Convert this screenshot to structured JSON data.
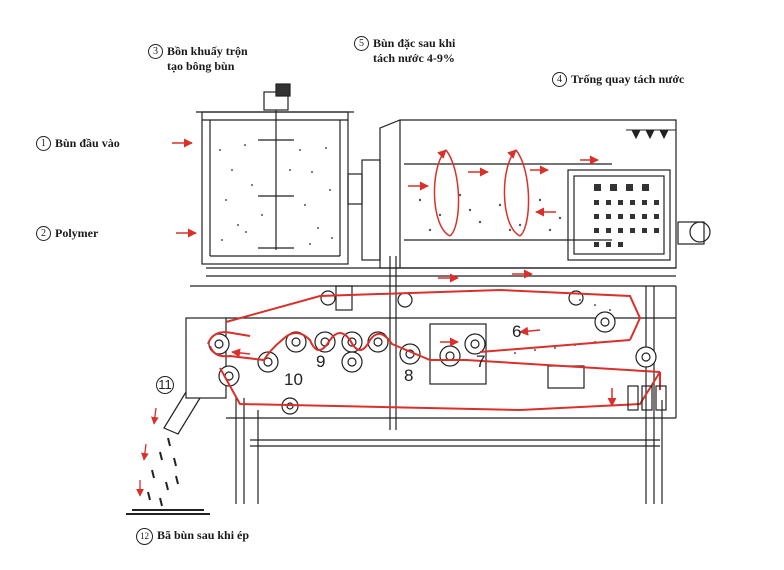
{
  "labels": {
    "l1": {
      "num": "1",
      "text": "Bùn đầu vào"
    },
    "l2": {
      "num": "2",
      "text": "Polymer"
    },
    "l3": {
      "num": "3",
      "line1": "Bồn khuấy trộn",
      "line2": "tạo bông bùn"
    },
    "l4": {
      "num": "4",
      "text": "Trống quay tách nước"
    },
    "l5": {
      "num": "5",
      "line1": "Bùn đặc sau khi",
      "line2": "tách nước 4-9%"
    },
    "l12": {
      "num": "12",
      "text": "Bã bùn sau khi ép"
    }
  },
  "inner_numbers": {
    "n6": "6",
    "n7": "7",
    "n8": "8",
    "n9": "9",
    "n10": "10",
    "n11": "11"
  },
  "colors": {
    "flow": "#d9302b",
    "line": "#222222",
    "sludge": "#555555"
  }
}
